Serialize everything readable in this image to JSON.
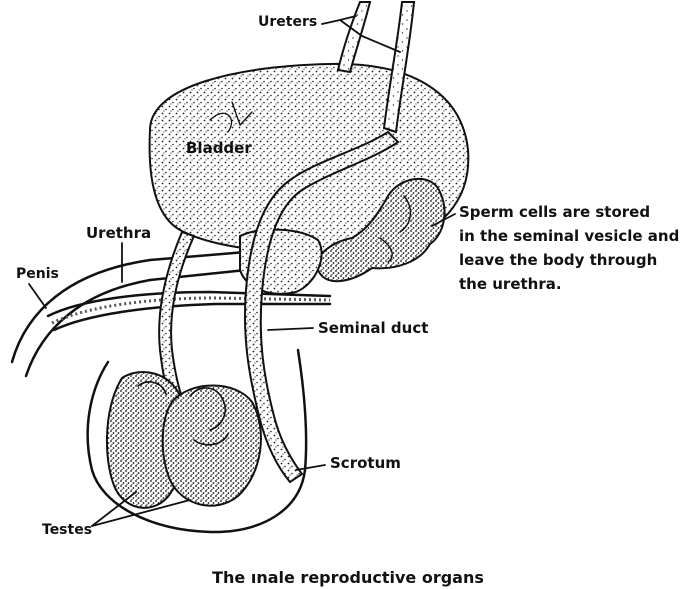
{
  "labels": {
    "ureters": "Ureters",
    "bladder": "Bladder",
    "urethra": "Urethra",
    "penis": "Penis",
    "seminal_duct": "Seminal duct",
    "scrotum": "Scrotum",
    "testes": "Testes"
  },
  "note_lines": [
    "Sperm cells are stored",
    "in the seminal vesicle and",
    "leave the body through",
    "the urethra."
  ],
  "caption": "The ınale reproductive organs"
}
